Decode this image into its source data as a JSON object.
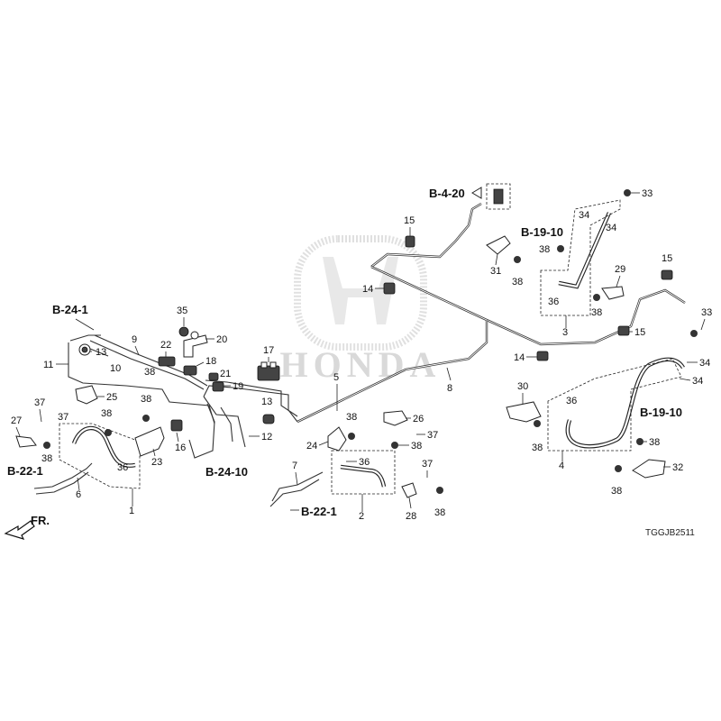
{
  "watermark": {
    "brand": "HONDA"
  },
  "diagram_code": "TGGJB2511",
  "direction_label": "FR.",
  "refs": {
    "b24_1": "B-24-1",
    "b4_20": "B-4-20",
    "b19_10_top": "B-19-10",
    "b19_10_right": "B-19-10",
    "b24_10": "B-24-10",
    "b22_1_left": "B-22-1",
    "b22_1_mid": "B-22-1"
  },
  "callouts": {
    "c1": "1",
    "c2": "2",
    "c3": "3",
    "c4": "4",
    "c5": "5",
    "c6": "6",
    "c7": "7",
    "c8": "8",
    "c9": "9",
    "c10": "10",
    "c11": "11",
    "c12": "12",
    "c13a": "13",
    "c13b": "13",
    "c14a": "14",
    "c14b": "14",
    "c15a": "15",
    "c15b": "15",
    "c15c": "15",
    "c16": "16",
    "c17": "17",
    "c18": "18",
    "c19": "19",
    "c20": "20",
    "c21": "21",
    "c22": "22",
    "c23": "23",
    "c24": "24",
    "c25": "25",
    "c26": "26",
    "c27": "27",
    "c28": "28",
    "c29": "29",
    "c30": "30",
    "c31": "31",
    "c32": "32",
    "c33a": "33",
    "c33b": "33",
    "c34a": "34",
    "c34b": "34",
    "c34c": "34",
    "c34d": "34",
    "c35": "35",
    "c36a": "36",
    "c36b": "36",
    "c36c": "36",
    "c36d": "36",
    "c37a": "37",
    "c37b": "37",
    "c37c": "37",
    "c37d": "37",
    "c38a": "38",
    "c38b": "38",
    "c38c": "38",
    "c38d": "38",
    "c38e": "38",
    "c38f": "38",
    "c38g": "38",
    "c38h": "38",
    "c38i": "38",
    "c38j": "38",
    "c38k": "38",
    "c38l": "38",
    "c38m": "38",
    "c38n": "38"
  }
}
